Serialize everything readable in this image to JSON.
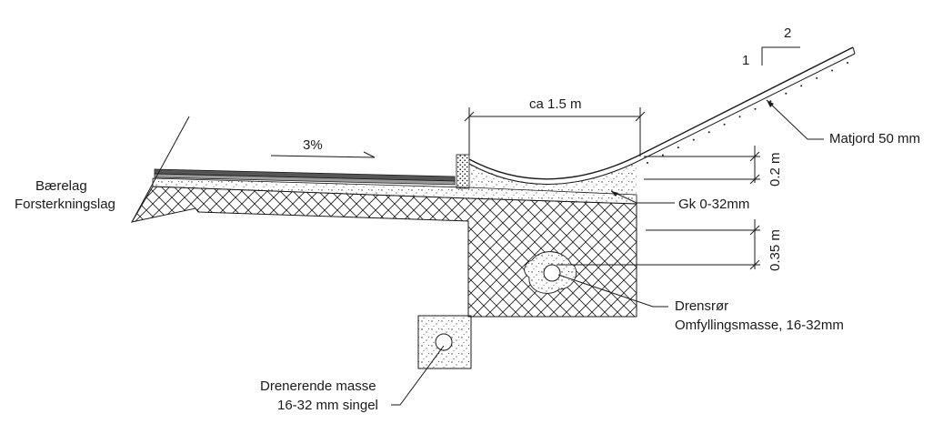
{
  "labels": {
    "slope_pct": "3%",
    "width_dim": "ca 1.5 m",
    "ratio_v": "1",
    "ratio_h": "2",
    "topsoil": "Matjord 50 mm",
    "depth_top": "0.2 m",
    "depth_bottom": "0.35 m",
    "gravel": "Gk 0-32mm",
    "base_layer": "Bærelag",
    "sub_base_layer": "Forsterkningslag",
    "drain_pipe": "Drensrør",
    "backfill": "Omfyllingsmasse, 16-32mm",
    "drain_mass_line1": "Drenerende masse",
    "drain_mass_line2": "16-32 mm singel"
  }
}
